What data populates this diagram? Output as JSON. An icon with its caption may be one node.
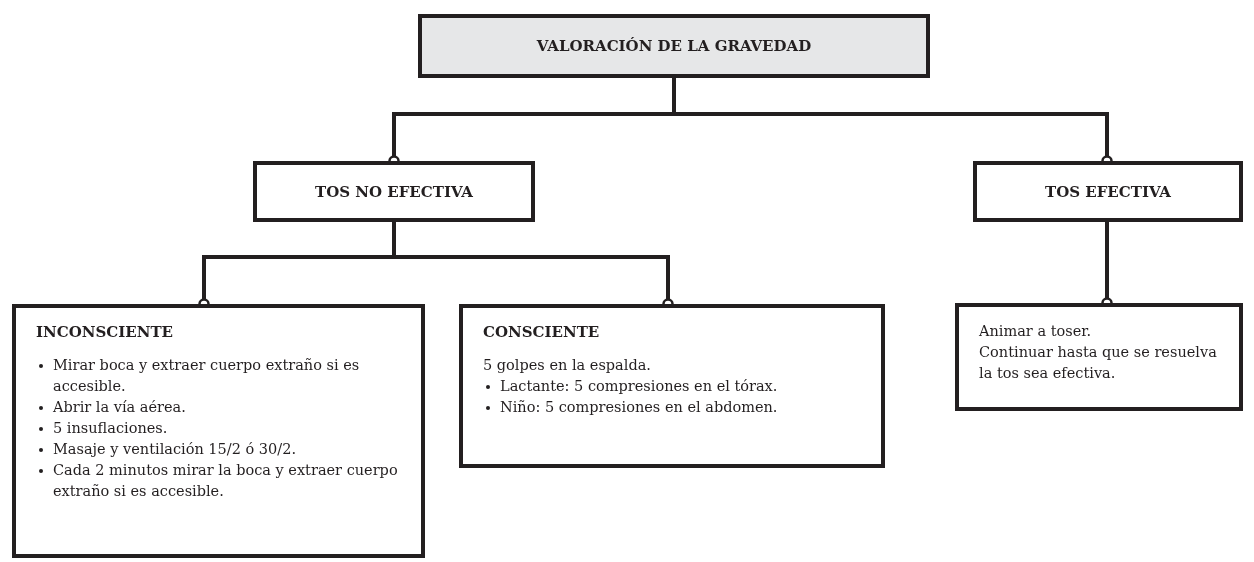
{
  "diagram": {
    "nodes": [
      {
        "text": [
          "VALORACIÓN DE LA GRAVEDAD"
        ]
      },
      {
        "text": [
          "TOS NO EFECTIVA"
        ]
      },
      {
        "text": [
          "TOS EFECTIVA"
        ]
      },
      {
        "text": [
          "INCONSCIENTE",
          "Mirar boca y extraer cuerpo extraño si es accesible.",
          "Abrir la vía aérea.",
          "5 insuflaciones.",
          "Masaje y ventilación 15/2 ó 30/2.",
          "Cada 2 minutos mirar la boca y extraer cuerpo extraño si es accesible."
        ]
      },
      {
        "text": [
          "CONSCIENTE",
          "5 golpes en la espalda.",
          "Lactante: 5 compresiones en el tórax.",
          "Niño: 5 compresiones en el abdomen."
        ]
      },
      {
        "text": [
          "Animar a toser.",
          "Continuar hasta que se resuelva la tos sea efectiva."
        ]
      }
    ],
    "edges": [
      {
        "from": 0,
        "to": 1,
        "arrow": "other"
      },
      {
        "from": 0,
        "to": 2,
        "arrow": "other"
      },
      {
        "from": 1,
        "to": 3,
        "arrow": "other"
      },
      {
        "from": 1,
        "to": 4,
        "arrow": "other"
      },
      {
        "from": 2,
        "to": 5,
        "arrow": "other"
      }
    ]
  }
}
